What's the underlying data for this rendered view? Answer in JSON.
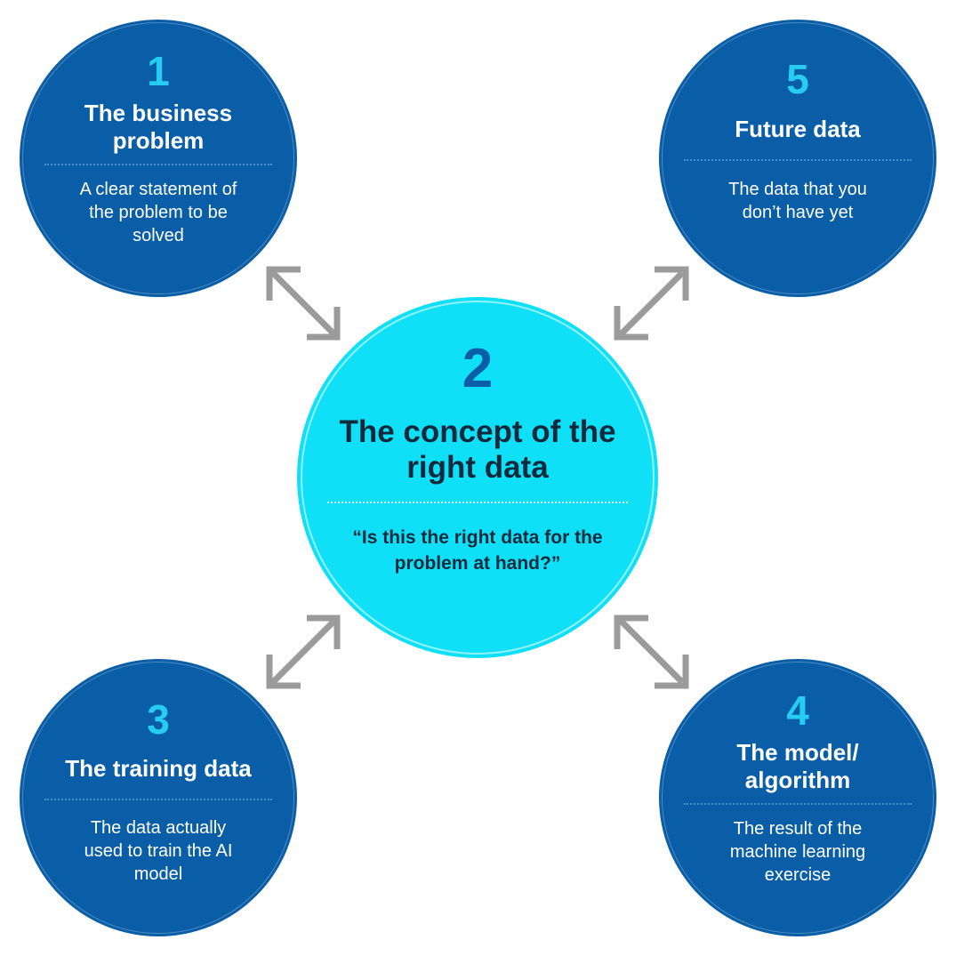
{
  "colors": {
    "outer_circle": "#0a5ea8",
    "center_circle": "#0fe0f7",
    "outer_number": "#27cdf1",
    "center_number": "#0a5ea8",
    "arrow": "#9b9b9b"
  },
  "nodes": {
    "business_problem": {
      "number": "1",
      "title": "The business problem",
      "description": "A clear statement of the problem to be solved"
    },
    "right_data": {
      "number": "2",
      "title": "The concept of the right data",
      "description": "“Is this the right data for the problem at hand?”"
    },
    "training_data": {
      "number": "3",
      "title": "The training data",
      "description": "The data actually used to train the AI model"
    },
    "model_algorithm": {
      "number": "4",
      "title": "The model/ algorithm",
      "description": "The result of the machine learning exercise"
    },
    "future_data": {
      "number": "5",
      "title": "Future data",
      "description": "The data that you don’t have yet"
    }
  },
  "edges": [
    {
      "from": "business_problem",
      "to": "right_data",
      "type": "bidirectional-arrow"
    },
    {
      "from": "future_data",
      "to": "right_data",
      "type": "bidirectional-arrow"
    },
    {
      "from": "training_data",
      "to": "right_data",
      "type": "bidirectional-arrow"
    },
    {
      "from": "model_algorithm",
      "to": "right_data",
      "type": "bidirectional-arrow"
    }
  ]
}
